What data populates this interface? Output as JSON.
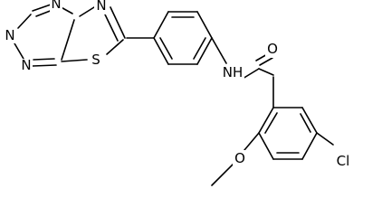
{
  "atoms": {
    "n_triazole_top": "N",
    "n_triazole_left": "N",
    "n_triazole_bottom": "N",
    "n_thiadiazole_right": "N",
    "s_thiadiazole": "S",
    "nh_amide": "NH",
    "o_carbonyl": "O",
    "o_methoxy": "O",
    "cl_substituent": "Cl"
  }
}
